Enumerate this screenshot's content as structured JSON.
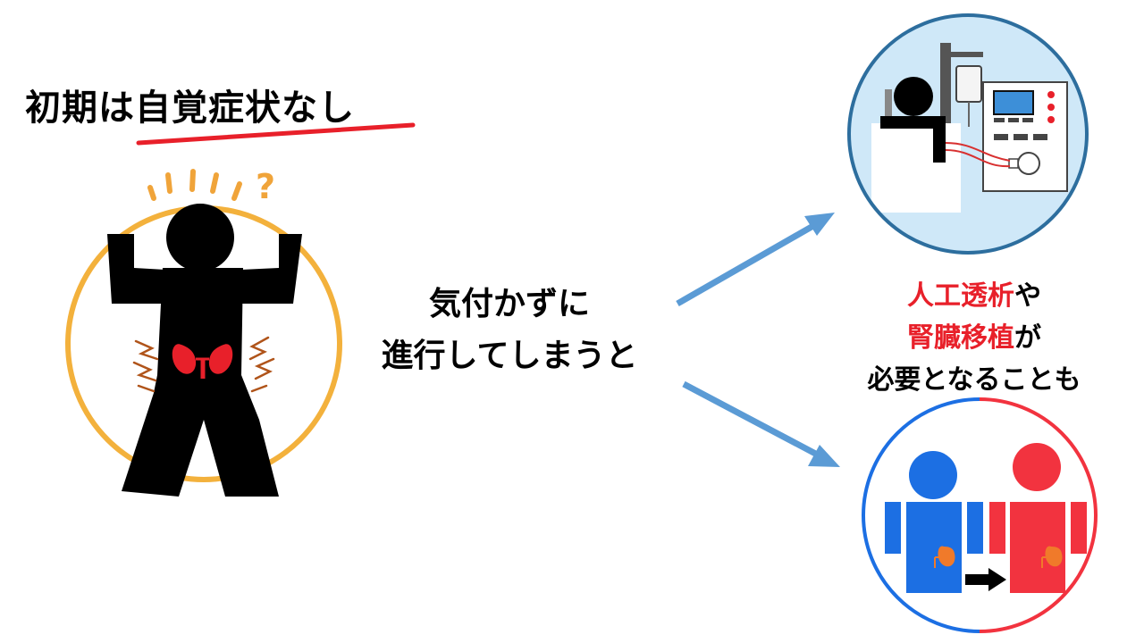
{
  "title": "初期は自覚症状なし",
  "center_text": {
    "line1": "気付かずに",
    "line2": "進行してしまうと"
  },
  "right_text": {
    "line1_red": "人工透析",
    "line1_suffix": "や",
    "line2_red": "腎臓移植",
    "line2_suffix": "が",
    "line3": "必要となることも"
  },
  "question_mark": "?",
  "colors": {
    "accent_red": "#e8202a",
    "circle_orange": "#f3b13c",
    "arrow_blue": "#5b9bd5",
    "donor_blue": "#1c6fe3",
    "recipient_red": "#f2333f",
    "dialysis_bg": "#cfe8f8",
    "dialysis_border": "#2d6e9e",
    "kidney_red": "#e8202a",
    "kidney_orange": "#f07a2a"
  },
  "icons": [
    "person-pain-icon",
    "kidney-icon",
    "dialysis-machine-icon",
    "transplant-icon",
    "arrow-icon"
  ]
}
